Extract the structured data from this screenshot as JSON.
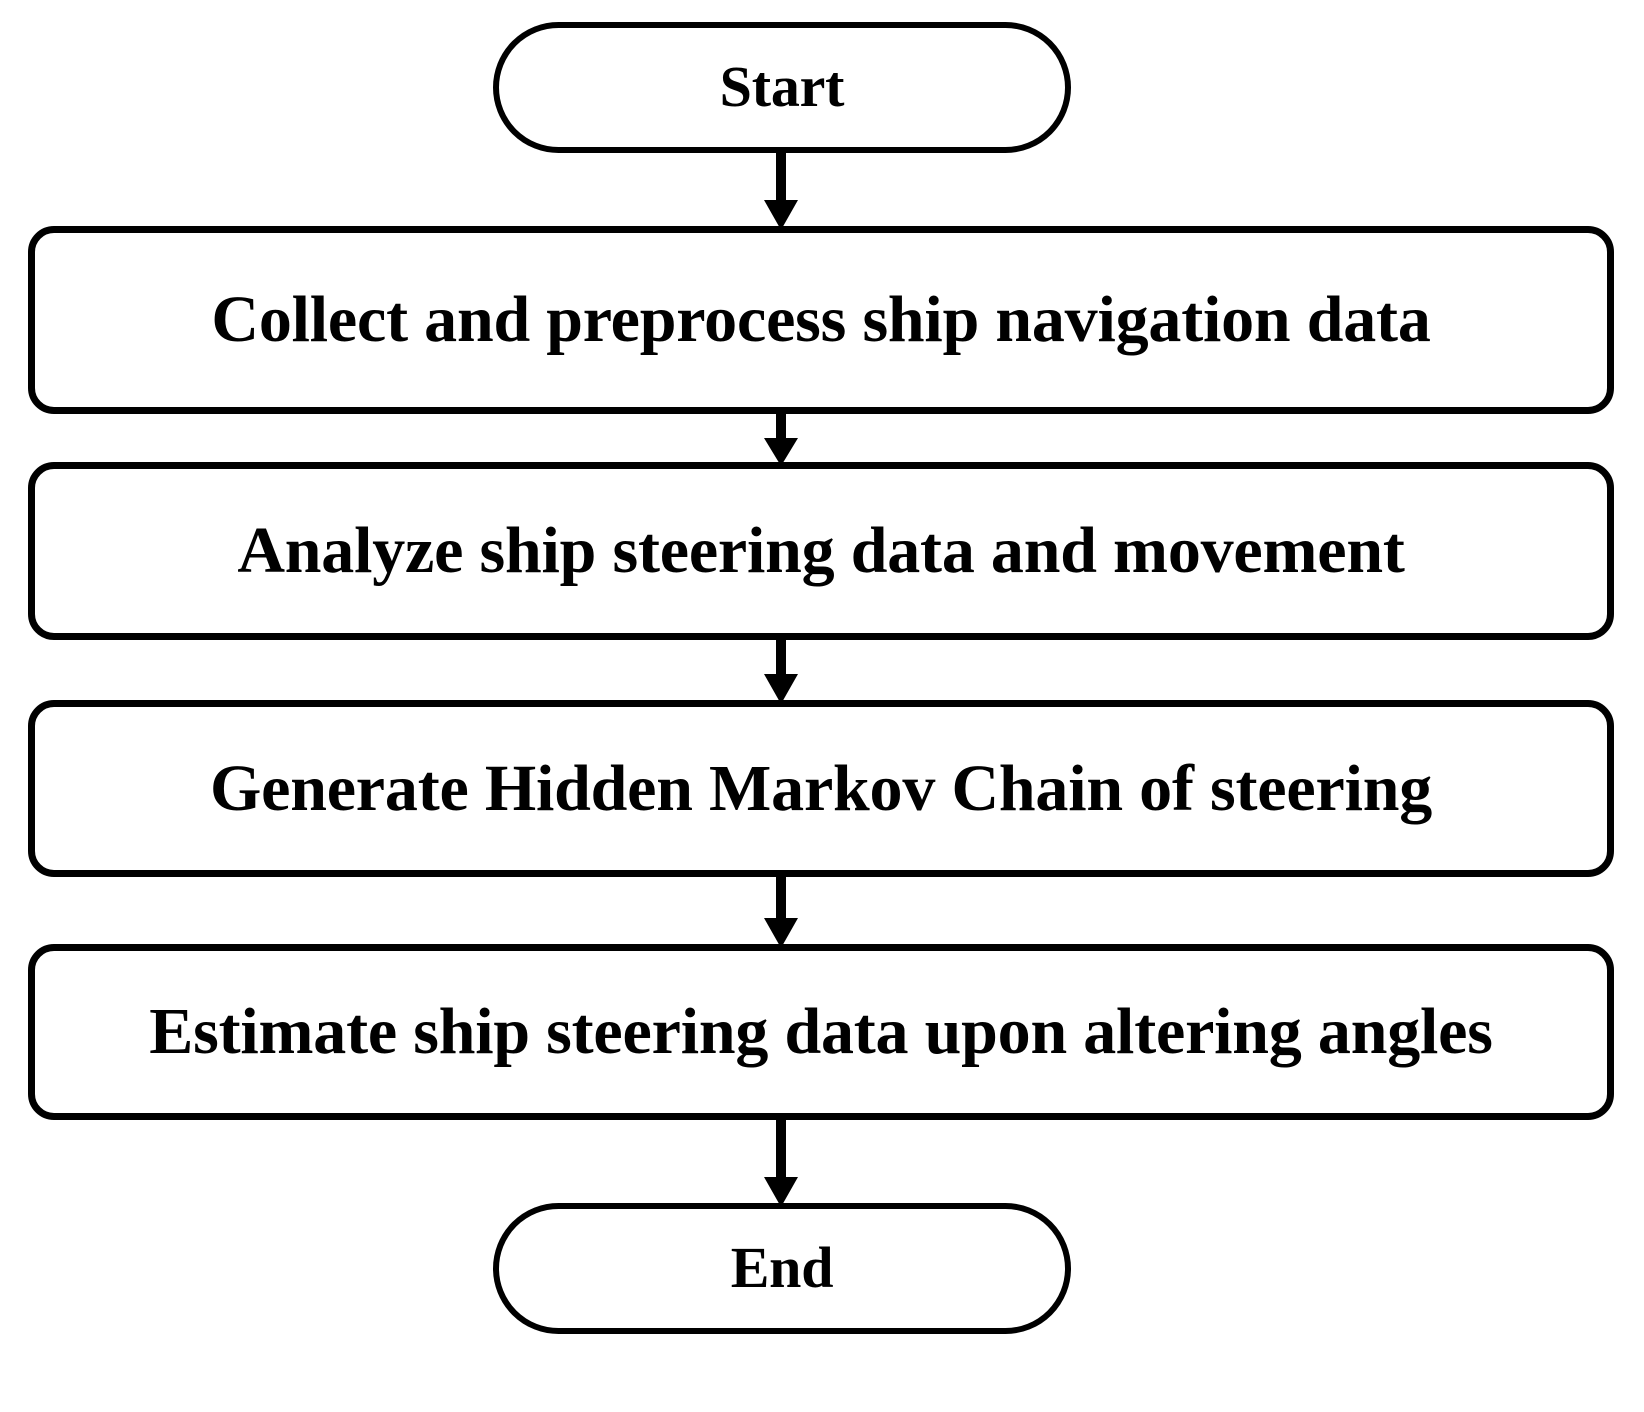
{
  "diagram": {
    "title": "Ship steering estimation flowchart",
    "background_color": "#ffffff",
    "stroke_color": "#000000",
    "nodes": [
      {
        "id": "start",
        "shape": "terminator",
        "label": "Start"
      },
      {
        "id": "collect",
        "shape": "process",
        "label": "Collect and preprocess ship navigation data"
      },
      {
        "id": "analyze",
        "shape": "process",
        "label": "Analyze ship steering data and movement"
      },
      {
        "id": "generate",
        "shape": "process",
        "label": "Generate Hidden Markov Chain of steering"
      },
      {
        "id": "estimate",
        "shape": "process",
        "label": "Estimate ship steering data upon altering angles"
      },
      {
        "id": "end",
        "shape": "terminator",
        "label": "End"
      }
    ],
    "edges": [
      {
        "id": "e1",
        "from": "start",
        "to": "collect",
        "label": "",
        "arrow": "down-arrow-icon"
      },
      {
        "id": "e2",
        "from": "collect",
        "to": "analyze",
        "label": "",
        "arrow": "down-arrow-icon"
      },
      {
        "id": "e3",
        "from": "analyze",
        "to": "generate",
        "label": "",
        "arrow": "down-arrow-icon"
      },
      {
        "id": "e4",
        "from": "generate",
        "to": "estimate",
        "label": "",
        "arrow": "down-arrow-icon"
      },
      {
        "id": "e5",
        "from": "estimate",
        "to": "end",
        "label": "",
        "arrow": "down-arrow-icon"
      }
    ]
  }
}
